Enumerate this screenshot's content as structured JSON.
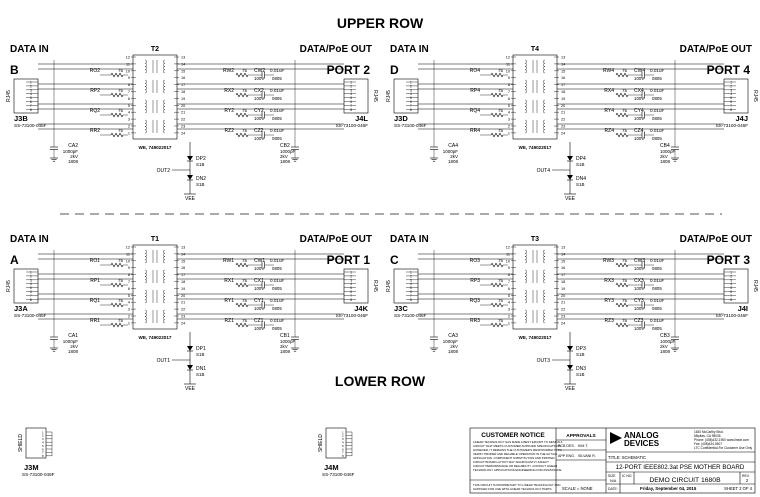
{
  "titles": {
    "upper": "UPPER ROW",
    "lower": "LOWER ROW"
  },
  "labels": {
    "data_in": "DATA IN",
    "data_poe_out": "DATA/PoE OUT",
    "rj45": "RJ45",
    "shield": "SHIELD"
  },
  "quadrants": [
    {
      "letter": "B",
      "port": "PORT 2",
      "xfmr": "T2",
      "jin": "J3B",
      "jout": "J4L",
      "in_pn": "SS-73100-046F",
      "out_pn": "SS-73100-046F",
      "r_left": [
        "RO2",
        "RP2",
        "RQ2",
        "RR2"
      ],
      "r_left_val": "75",
      "r_right": [
        "RW2",
        "RX2",
        "RY2",
        "RZ2"
      ],
      "r_right_val": "75",
      "caps": [
        "CW2",
        "CX2",
        "CY2",
        "CZ2"
      ],
      "cap_val": "0.01uF",
      "cap_volt": "100V",
      "cap_size": "0805",
      "cap_a": "CA2",
      "cap_b": "CB2",
      "ca_val": "1000pF",
      "ca_volt": "2kV",
      "ca_size": "1808",
      "xfmr_pn": "WE, 749022017",
      "d1": "DP2",
      "d2": "DN2",
      "d_val": "S1B",
      "out": "OUT2",
      "vee": "VEE"
    },
    {
      "letter": "D",
      "port": "PORT 4",
      "xfmr": "T4",
      "jin": "J3D",
      "jout": "J4J",
      "in_pn": "SS-73100-046F",
      "out_pn": "SS-73100-046F",
      "r_left": [
        "RO4",
        "RP4",
        "RQ4",
        "RR4"
      ],
      "r_left_val": "75",
      "r_right": [
        "RW4",
        "RX4",
        "RY4",
        "RZ4"
      ],
      "r_right_val": "75",
      "caps": [
        "CW4",
        "CX4",
        "CY4",
        "CZ4"
      ],
      "cap_val": "0.01uF",
      "cap_volt": "100V",
      "cap_size": "0805",
      "cap_a": "CA4",
      "cap_b": "CB4",
      "ca_val": "1000pF",
      "ca_volt": "2kV",
      "ca_size": "1808",
      "xfmr_pn": "WE, 749022017",
      "d1": "DP4",
      "d2": "DN4",
      "d_val": "S1B",
      "out": "OUT4",
      "vee": "VEE"
    },
    {
      "letter": "A",
      "port": "PORT 1",
      "xfmr": "T1",
      "jin": "J3A",
      "jout": "J4K",
      "in_pn": "SS-73100-046F",
      "out_pn": "SS-73100-046F",
      "r_left": [
        "RO1",
        "RP1",
        "RQ1",
        "RR1"
      ],
      "r_left_val": "75",
      "r_right": [
        "RW1",
        "RX1",
        "RY1",
        "RZ1"
      ],
      "r_right_val": "75",
      "caps": [
        "CW1",
        "CX1",
        "CY1",
        "CZ1"
      ],
      "cap_val": "0.01uF",
      "cap_volt": "100V",
      "cap_size": "0805",
      "cap_a": "CA1",
      "cap_b": "CB1",
      "ca_val": "1000pF",
      "ca_volt": "2kV",
      "ca_size": "1808",
      "xfmr_pn": "WE, 749022017",
      "d1": "DP1",
      "d2": "DN1",
      "d_val": "S1B",
      "out": "OUT1",
      "vee": "VEE"
    },
    {
      "letter": "C",
      "port": "PORT 3",
      "xfmr": "T3",
      "jin": "J3C",
      "jout": "J4I",
      "in_pn": "SS-73100-046F",
      "out_pn": "SS-73100-046F",
      "r_left": [
        "RO3",
        "RP3",
        "RQ3",
        "RR3"
      ],
      "r_left_val": "75",
      "r_right": [
        "RW3",
        "RX3",
        "RY3",
        "RZ3"
      ],
      "r_right_val": "75",
      "caps": [
        "CW3",
        "CX3",
        "CY3",
        "CZ3"
      ],
      "cap_val": "0.01uF",
      "cap_volt": "100V",
      "cap_size": "0805",
      "cap_a": "CA3",
      "cap_b": "CB3",
      "ca_val": "1000pF",
      "ca_volt": "2kV",
      "ca_size": "1808",
      "xfmr_pn": "WE, 749022017",
      "d1": "DP3",
      "d2": "DN3",
      "d_val": "S1B",
      "out": "OUT3",
      "vee": "VEE"
    }
  ],
  "left_pins": [
    "12",
    "11",
    "10",
    "9",
    "8",
    "7",
    "6",
    "5",
    "4",
    "3",
    "2",
    "1"
  ],
  "right_pins": [
    "13",
    "14",
    "15",
    "16",
    "17",
    "18",
    "19",
    "20",
    "21",
    "22",
    "23",
    "24"
  ],
  "conn_pins": [
    "1",
    "2",
    "3",
    "4",
    "5",
    "6",
    "7",
    "8"
  ],
  "shield_conns": [
    {
      "ref": "J3M",
      "pn": "SS-73100-046F"
    },
    {
      "ref": "J4M",
      "pn": "SS-73100-046F"
    }
  ],
  "title_block": {
    "notice_title": "CUSTOMER NOTICE",
    "notice_text": "LINEAR TECHNOLOGY HAS MADE A BEST EFFORT TO DESIGN A CIRCUIT THAT MEETS CUSTOMER-SUPPLIED SPECIFICATIONS; HOWEVER, IT REMAINS THE CUSTOMER'S RESPONSIBILITY TO VERIFY PROPER AND RELIABLE OPERATION IN THE ACTUAL APPLICATION. COMPONENT SUBSTITUTION AND PRINTED CIRCUIT BOARD LAYOUT MAY SIGNIFICANTLY AFFECT CIRCUIT PERFORMANCE OR RELIABILITY. CONTACT LINEAR TECHNOLOGY APPLICATIONS ENGINEERING FOR ASSISTANCE.",
    "proprietary": "THIS CIRCUIT IS PROPRIETARY TO LINEAR TECHNOLOGY AND SUPPLIED FOR USE WITH LINEAR TECHNOLOGY PARTS.",
    "approvals": "APPROVALS",
    "pcb_des_label": "PCB DES.",
    "pcb_des": "KIM T.",
    "app_eng_label": "APP ENG.",
    "app_eng": "SILVANI R.",
    "scale": "SCALE = NONE",
    "logo_line1": "ANALOG",
    "logo_line2": "DEVICES",
    "address": [
      "1630 McCarthy Blvd.",
      "Milpitas, CA 95035",
      "Phone: (408)432-1900  www.linear.com",
      "Fax: (408)434-0507",
      "LTC Confidential-For Customer Use Only"
    ],
    "title_label": "TITLE: SCHEMATIC",
    "board_title": "12-PORT IEEE802.3at PSE MOTHER BOARD",
    "size_label": "SIZE",
    "size": "N/A",
    "icno_label": "IC NO.",
    "demo": "DEMO CIRCUIT 1680B",
    "rev_label": "REV.",
    "rev": "2",
    "date_label": "DATE:",
    "date": "Friday, September 04, 2015",
    "sheet": "SHEET  2   OF   4"
  }
}
